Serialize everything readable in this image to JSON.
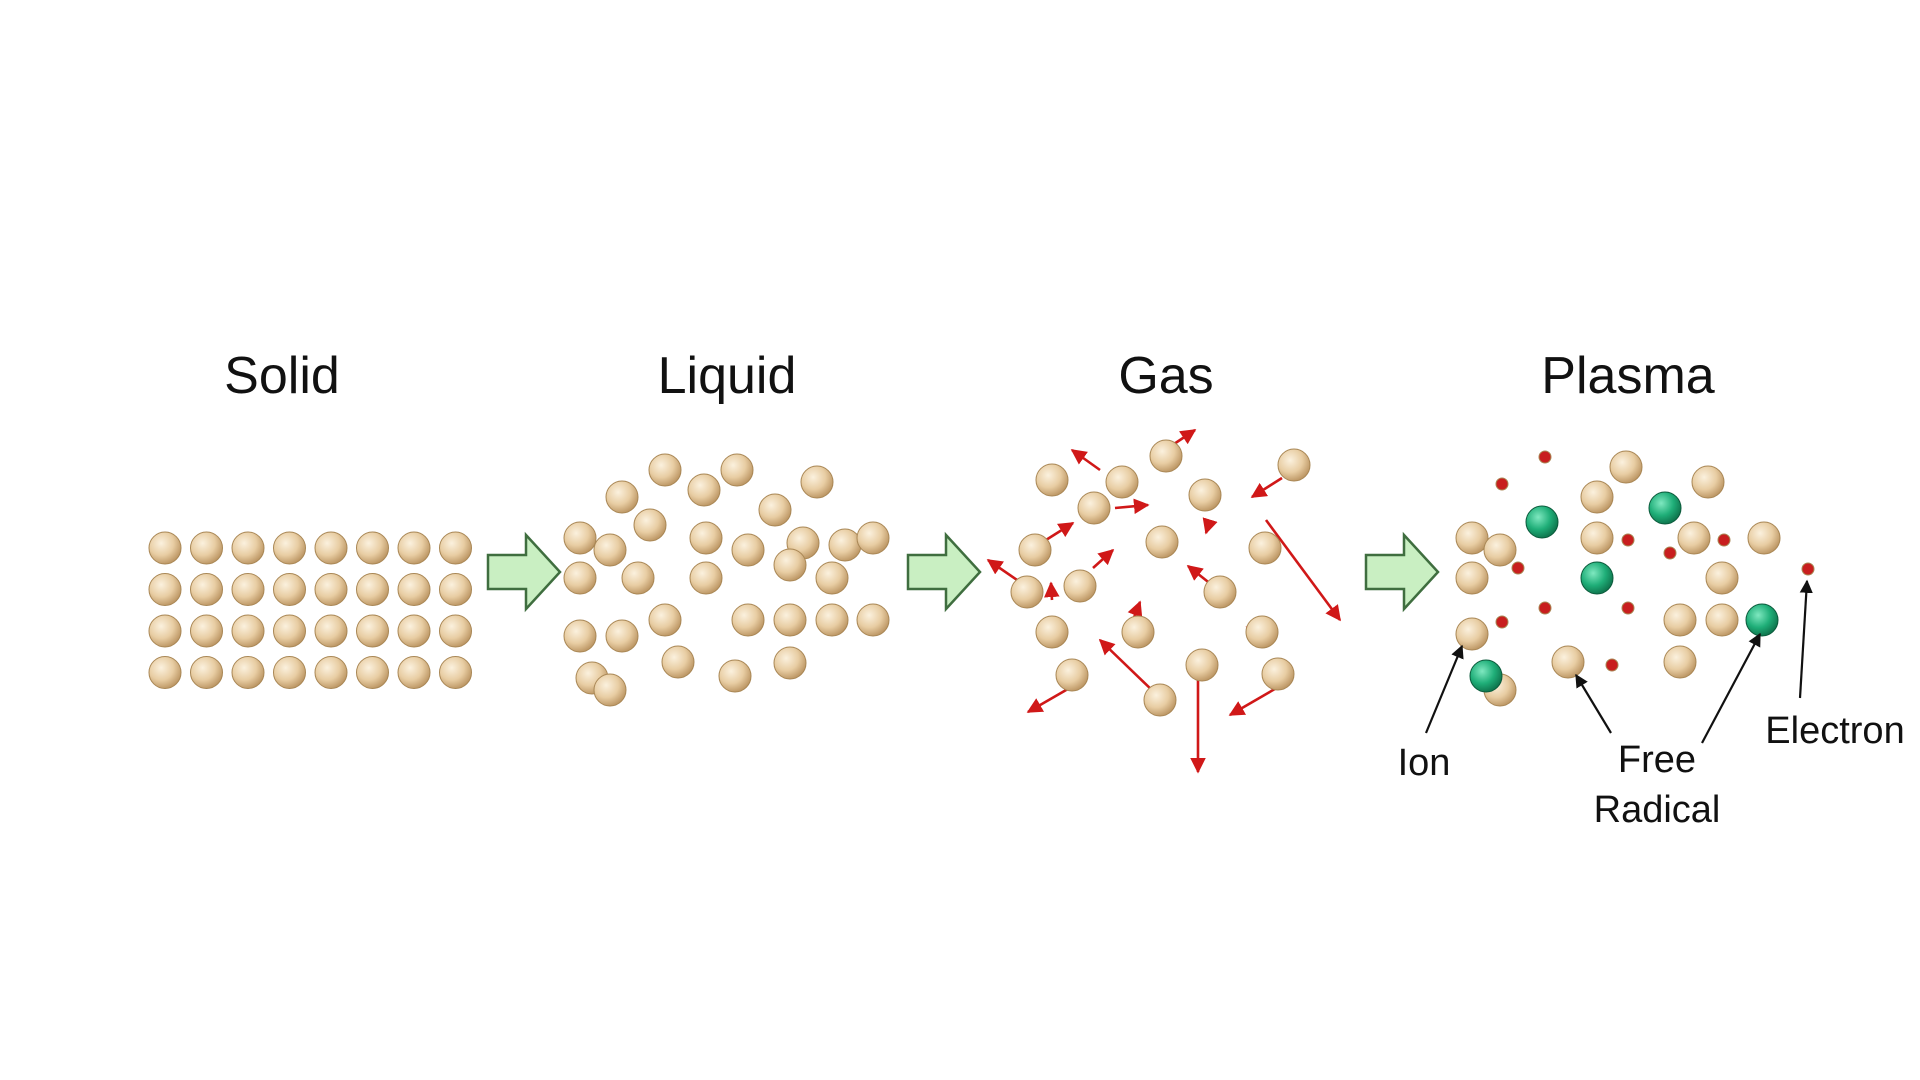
{
  "titles": {
    "solid": "Solid",
    "liquid": "Liquid",
    "gas": "Gas",
    "plasma": "Plasma"
  },
  "plasma_labels": {
    "ion": "Ion",
    "free_radical_line1": "Free",
    "free_radical_line2": "Radical",
    "electron": "Electron"
  },
  "colors": {
    "particle": "#e2c69b",
    "free_radical": "#22b27d",
    "electron": "#c81e1e",
    "motion_arrow": "#d01818",
    "transition_arrow": "#c9efc2"
  }
}
